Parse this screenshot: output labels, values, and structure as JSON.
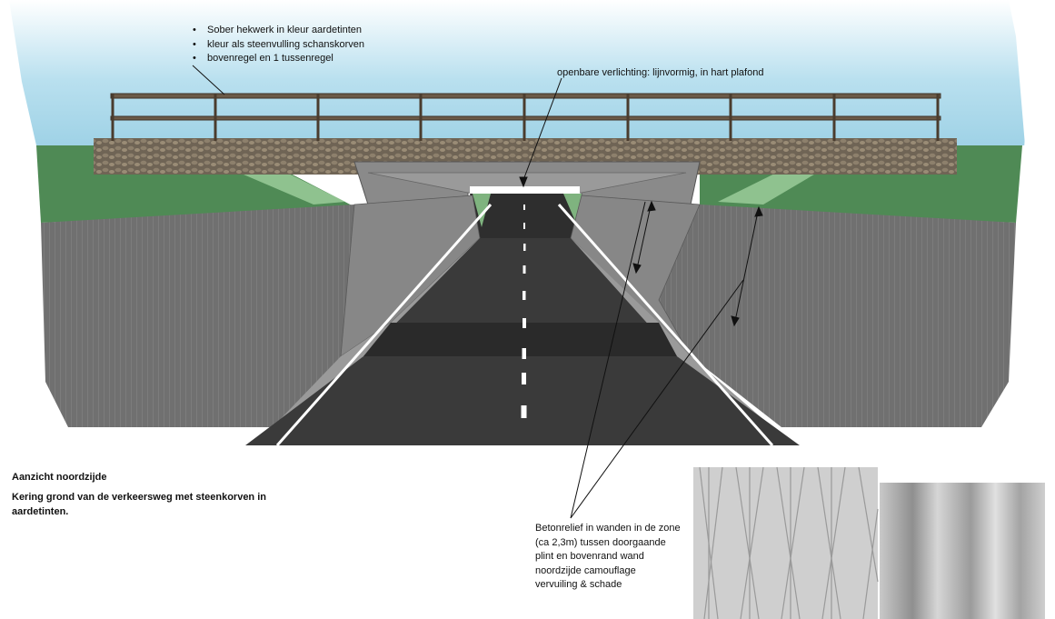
{
  "annotations": {
    "railing_bullets": [
      "Sober hekwerk in kleur aardetinten",
      "kleur als steenvulling schanskorven",
      "bovenregel en 1 tussenregel"
    ],
    "lighting": "openbare verlichting: lijnvormig, in hart plafond",
    "relief": "Betonrelief in wanden in de zone (ca 2,3m) tussen doorgaande plint en bovenrand wand noordzijde camouflage vervuiling & schade"
  },
  "caption": {
    "title": "Aanzicht noordzijde",
    "text": "Kering grond van de verkeersweg met steenkorven in aardetinten."
  },
  "colors": {
    "sky": "#a9d8ea",
    "grass": "#4f8a55",
    "embankment": "#8fc28f",
    "wall": "#6e6e6e",
    "road": "#3a3a3a",
    "railing": "#5a4a3a",
    "stone": "#7a6e5e"
  }
}
